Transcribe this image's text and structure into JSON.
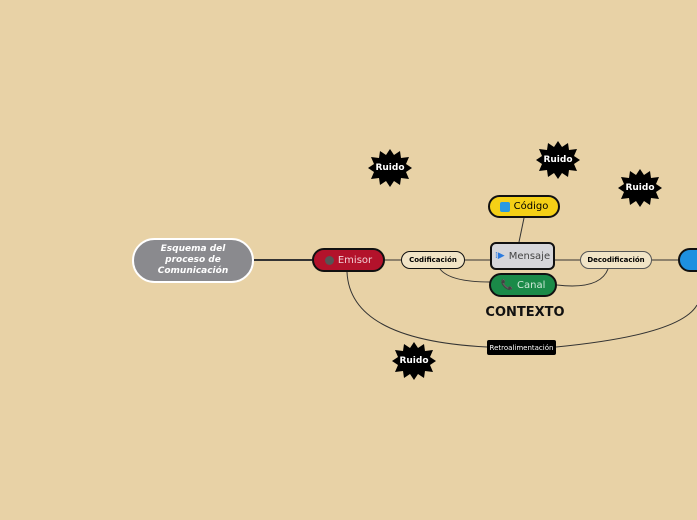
{
  "root": "Esquema del proceso de Comunicación",
  "nodes": {
    "emisor": "Emisor",
    "codificacion": "Codificación",
    "mensaje": "Mensaje",
    "codigo": "Código",
    "canal": "Canal",
    "decodificacion": "Decodificación",
    "retro": "Retroalimentación",
    "contexto": "CONTEXTO"
  },
  "ruido": [
    "Ruido",
    "Ruido",
    "Ruido",
    "Ruido"
  ],
  "colors": {
    "background": "#e8d2a6",
    "root": "#8a8a8e",
    "emisor": "#b3122b",
    "codigo": "#f5d016",
    "mensaje": "#d6d6da",
    "canal": "#1a8a48",
    "receptor": "#1e90e0"
  }
}
